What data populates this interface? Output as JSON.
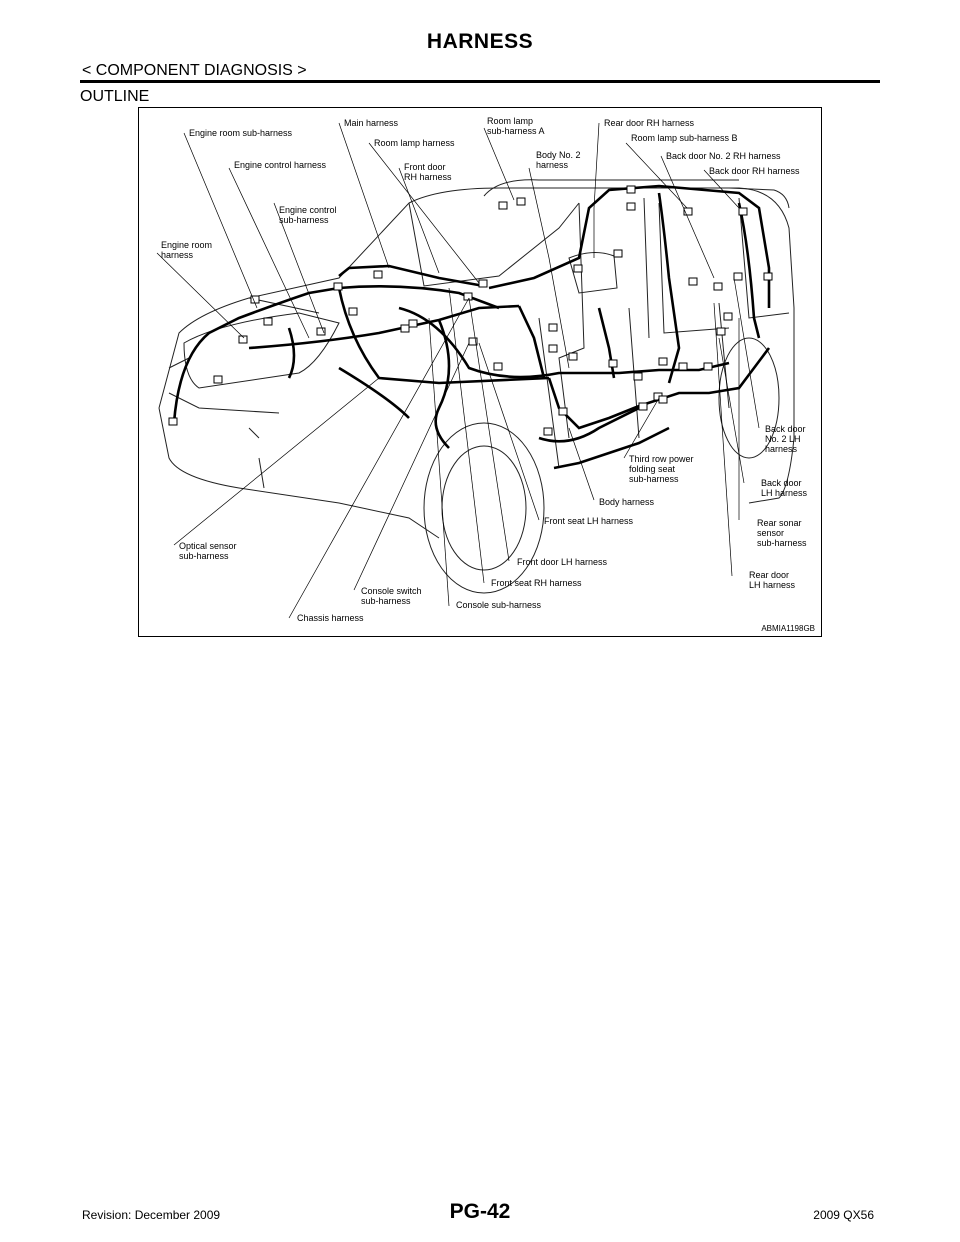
{
  "header": {
    "title": "HARNESS",
    "section": "< COMPONENT DIAGNOSIS >"
  },
  "content": {
    "heading": "OUTLINE",
    "figure_id": "ABMIA1198GB",
    "labels": [
      "Engine room sub-harness",
      "Main harness",
      "Room lamp\nsub-harness A",
      "Rear door RH harness",
      "Room lamp harness",
      "Room lamp sub-harness B",
      "Body No. 2\nharness",
      "Engine control harness",
      "Front door\nRH harness",
      "Back door No. 2 RH harness",
      "Back door RH harness",
      "Engine control\nsub-harness",
      "Engine room\nharness",
      "Back door\nNo. 2 LH\nharness",
      "Third row power\nfolding seat\nsub-harness",
      "Back door\nLH harness",
      "Body harness",
      "Front seat LH harness",
      "Rear sonar\nsensor\nsub-harness",
      "Optical sensor\nsub-harness",
      "Front door LH harness",
      "Rear door\nLH harness",
      "Front seat RH harness",
      "Console switch\nsub-harness",
      "Console sub-harness",
      "Chassis harness"
    ]
  },
  "footer": {
    "revision": "Revision: December 2009",
    "page": "PG-42",
    "model": "2009 QX56"
  }
}
